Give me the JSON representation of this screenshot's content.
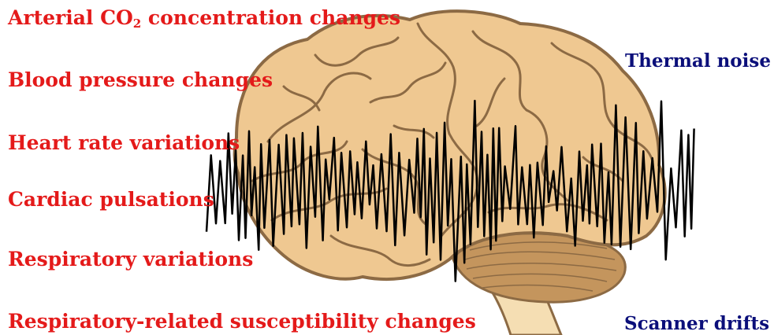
{
  "colors": {
    "physiological": "#e41a1a",
    "scanner": "#0b0f7a",
    "brain_fill": "#efc891",
    "brain_outline": "#8c6a44",
    "cerebellum": "#c4955d",
    "brainstem": "#f5deb3",
    "signal": "#000000"
  },
  "icons": [
    "brain-illustration",
    "bold-signal-trace"
  ],
  "physiological_sources": {
    "co2": {
      "text": "Arterial CO",
      "subscript": "2",
      "suffix": " concentration changes"
    },
    "blood_pressure": "Blood pressure changes",
    "heart_rate": "Heart rate variations",
    "cardiac": "Cardiac pulsations",
    "respiratory": "Respiratory variations",
    "susceptibility": "Respiratory-related susceptibility changes"
  },
  "scanner_sources": {
    "thermal": "Thermal noise",
    "drifts": "Scanner drifts"
  }
}
